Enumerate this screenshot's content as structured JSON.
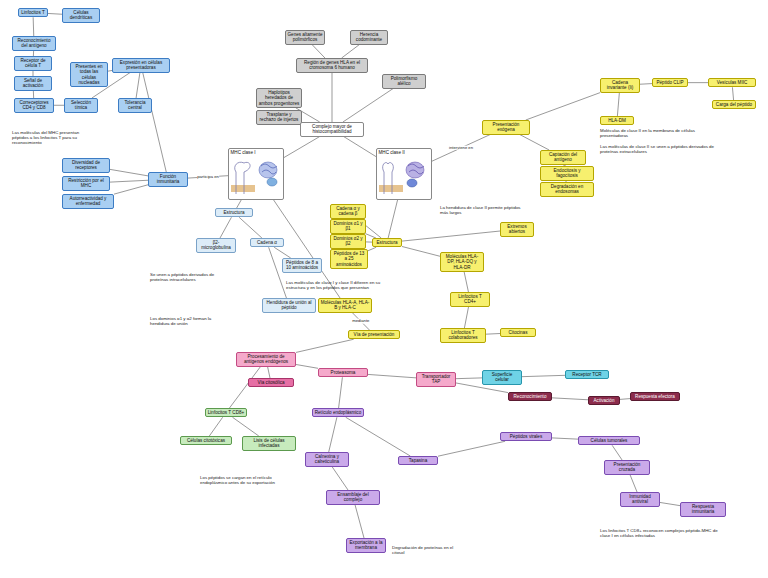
{
  "diagram": {
    "nodes": [
      {
        "text": [
          "Linfocitos T"
        ]
      },
      {
        "text": [
          "Células dendríticas"
        ]
      },
      {
        "text": [
          "Reconocimiento del antígeno"
        ]
      },
      {
        "text": [
          "Receptor de célula T"
        ]
      },
      {
        "text": [
          "Señal de activación"
        ]
      },
      {
        "text": [
          "Correceptores CD4 y CD8"
        ]
      },
      {
        "text": [
          "Expresión en células presentadoras"
        ]
      },
      {
        "text": [
          "Presentes en todas las células nucleadas"
        ]
      },
      {
        "text": [
          "Tolerancia central"
        ]
      },
      {
        "text": [
          "Selección tímica"
        ]
      },
      {
        "text": [
          "Diversidad de receptores"
        ]
      },
      {
        "text": [
          "Restricción por el MHC"
        ]
      },
      {
        "text": [
          "Autorreactividad y enfermedad"
        ]
      },
      {
        "text": [
          "Función inmunitaria"
        ]
      },
      {
        "text": [
          "Genes altamente polimórficos"
        ]
      },
      {
        "text": [
          "Herencia codominante"
        ]
      },
      {
        "text": [
          "Región de genes HLA en el cromosoma 6 humano"
        ]
      },
      {
        "text": [
          "Haplotipos heredados de ambos progenitores"
        ]
      },
      {
        "text": [
          "Trasplante y rechazo de injertos"
        ]
      },
      {
        "text": [
          "Polimorfismo alélico"
        ]
      },
      {
        "text": [
          "Complejo mayor de histocompatibilidad"
        ]
      },
      {
        "text": [
          "MHC clase I"
        ]
      },
      {
        "text": [
          "MHC clase II"
        ]
      },
      {
        "text": [
          "Presentación exógena"
        ]
      },
      {
        "text": [
          "Captación del antígeno"
        ]
      },
      {
        "text": [
          "Endocitosis y fagocitosis"
        ]
      },
      {
        "text": [
          "Degradación en endosomas"
        ]
      },
      {
        "text": [
          "Cadena invariante (Ii)"
        ]
      },
      {
        "text": [
          "Péptido CLIP"
        ]
      },
      {
        "text": [
          "HLA-DM"
        ]
      },
      {
        "text": [
          "Vesículas MIIC"
        ]
      },
      {
        "text": [
          "Carga del péptido"
        ]
      },
      {
        "text": [
          "Estructura"
        ]
      },
      {
        "text": [
          "Cadena α"
        ]
      },
      {
        "text": [
          "β2-microglobulina"
        ]
      },
      {
        "text": [
          "Hendidura de unión al péptido"
        ]
      },
      {
        "text": [
          "Péptidos de 8 a 10 aminoácidos"
        ]
      },
      {
        "text": [
          "Estructura"
        ]
      },
      {
        "text": [
          "Cadena α y cadena β"
        ]
      },
      {
        "text": [
          "Dominios α1 y β1"
        ]
      },
      {
        "text": [
          "Dominios α2 y β2"
        ]
      },
      {
        "text": [
          "Péptidos de 13 a 25 aminoácidos"
        ]
      },
      {
        "text": [
          "Extremos abiertos"
        ]
      },
      {
        "text": [
          "Moléculas HLA-DP, HLA-DQ y HLA-DR"
        ]
      },
      {
        "text": [
          "Linfocitos T CD4+"
        ]
      },
      {
        "text": [
          "Moléculas HLA-A, HLA-B y HLA-C"
        ]
      },
      {
        "text": [
          "Vía de presentación"
        ]
      },
      {
        "text": [
          "Linfocitos T colaboradores"
        ]
      },
      {
        "text": [
          "Citocinas"
        ]
      },
      {
        "text": [
          "Procesamiento de antígenos endógenos"
        ]
      },
      {
        "text": [
          "Vía citosólica"
        ]
      },
      {
        "text": [
          "Proteasoma"
        ]
      },
      {
        "text": [
          "Transportador TAP"
        ]
      },
      {
        "text": [
          "Linfocitos T CD8+"
        ]
      },
      {
        "text": [
          "Células citotóxicas"
        ]
      },
      {
        "text": [
          "Lisis de células infectadas"
        ]
      },
      {
        "text": [
          "Retículo endoplásmico"
        ]
      },
      {
        "text": [
          "Calnexina y calreticulina"
        ]
      },
      {
        "text": [
          "Tapasina"
        ]
      },
      {
        "text": [
          "Ensamblaje del complejo"
        ]
      },
      {
        "text": [
          "Exportación a la membrana"
        ]
      },
      {
        "text": [
          "Péptidos virales"
        ]
      },
      {
        "text": [
          "Células tumorales"
        ]
      },
      {
        "text": [
          "Presentación cruzada"
        ]
      },
      {
        "text": [
          "Inmunidad antiviral"
        ]
      },
      {
        "text": [
          "Respuesta inmunitaria"
        ]
      },
      {
        "text": [
          "Superficie celular"
        ]
      },
      {
        "text": [
          "Receptor TCR"
        ]
      },
      {
        "text": [
          "Reconocimiento"
        ]
      },
      {
        "text": [
          "Activación"
        ]
      },
      {
        "text": [
          "Respuesta efectora"
        ]
      }
    ],
    "edges": [
      {
        "from": 20,
        "to": 21,
        "arrow": "none"
      },
      {
        "from": 20,
        "to": 22,
        "arrow": "none"
      },
      {
        "from": 16,
        "to": 20,
        "arrow": "none"
      },
      {
        "from": 14,
        "to": 16,
        "arrow": "none"
      },
      {
        "from": 15,
        "to": 16,
        "arrow": "none"
      },
      {
        "from": 17,
        "to": 20,
        "arrow": "none"
      },
      {
        "from": 18,
        "to": 20,
        "arrow": "none"
      },
      {
        "from": 19,
        "to": 20,
        "arrow": "none"
      },
      {
        "from": 21,
        "to": 13,
        "label": "participa en",
        "arrow": "none"
      },
      {
        "from": 13,
        "to": 10,
        "arrow": "none"
      },
      {
        "from": 13,
        "to": 11,
        "arrow": "none"
      },
      {
        "from": 13,
        "to": 12,
        "arrow": "none"
      },
      {
        "from": 13,
        "to": 6,
        "arrow": "none"
      },
      {
        "from": 6,
        "to": 7,
        "arrow": "none"
      },
      {
        "from": 6,
        "to": 8,
        "arrow": "none"
      },
      {
        "from": 6,
        "to": 9,
        "arrow": "none"
      },
      {
        "from": 9,
        "to": 5,
        "arrow": "none"
      },
      {
        "from": 5,
        "to": 4,
        "arrow": "none"
      },
      {
        "from": 4,
        "to": 3,
        "arrow": "none"
      },
      {
        "from": 3,
        "to": 2,
        "arrow": "none"
      },
      {
        "from": 2,
        "to": 0,
        "arrow": "none"
      },
      {
        "from": 0,
        "to": 1,
        "arrow": "none"
      },
      {
        "from": 22,
        "to": 23,
        "label": "interviene en",
        "arrow": "none"
      },
      {
        "from": 23,
        "to": 24,
        "arrow": "none"
      },
      {
        "from": 24,
        "to": 25,
        "arrow": "none"
      },
      {
        "from": 24,
        "to": 26,
        "arrow": "none"
      },
      {
        "from": 23,
        "to": 27,
        "arrow": "none"
      },
      {
        "from": 27,
        "to": 28,
        "arrow": "none"
      },
      {
        "from": 27,
        "to": 29,
        "arrow": "none"
      },
      {
        "from": 28,
        "to": 30,
        "arrow": "none"
      },
      {
        "from": 30,
        "to": 31,
        "arrow": "none"
      },
      {
        "from": 21,
        "to": 32,
        "arrow": "none"
      },
      {
        "from": 32,
        "to": 34,
        "arrow": "none"
      },
      {
        "from": 32,
        "to": 33,
        "arrow": "none"
      },
      {
        "from": 33,
        "to": 35,
        "arrow": "none"
      },
      {
        "from": 33,
        "to": 36,
        "arrow": "none"
      },
      {
        "from": 22,
        "to": 37,
        "arrow": "none"
      },
      {
        "from": 37,
        "to": 38,
        "arrow": "none"
      },
      {
        "from": 37,
        "to": 39,
        "arrow": "none"
      },
      {
        "from": 37,
        "to": 40,
        "arrow": "none"
      },
      {
        "from": 37,
        "to": 41,
        "arrow": "none"
      },
      {
        "from": 37,
        "to": 42,
        "arrow": "none"
      },
      {
        "from": 37,
        "to": 43,
        "arrow": "none"
      },
      {
        "from": 43,
        "to": 44,
        "arrow": "none"
      },
      {
        "from": 44,
        "to": 47,
        "arrow": "none"
      },
      {
        "from": 47,
        "to": 48,
        "arrow": "none"
      },
      {
        "from": 21,
        "to": 45,
        "arrow": "none"
      },
      {
        "from": 45,
        "to": 46,
        "label": "mediante",
        "arrow": "none"
      },
      {
        "from": 46,
        "to": 49,
        "arrow": "none"
      },
      {
        "from": 49,
        "to": 50,
        "arrow": "none"
      },
      {
        "from": 49,
        "to": 51,
        "arrow": "none"
      },
      {
        "from": 51,
        "to": 52,
        "arrow": "none"
      },
      {
        "from": 49,
        "to": 53,
        "arrow": "none"
      },
      {
        "from": 53,
        "to": 54,
        "arrow": "none"
      },
      {
        "from": 53,
        "to": 55,
        "arrow": "none"
      },
      {
        "from": 51,
        "to": 56,
        "arrow": "none"
      },
      {
        "from": 56,
        "to": 57,
        "arrow": "none"
      },
      {
        "from": 56,
        "to": 58,
        "arrow": "none"
      },
      {
        "from": 57,
        "to": 59,
        "arrow": "none"
      },
      {
        "from": 59,
        "to": 60,
        "arrow": "none"
      },
      {
        "from": 52,
        "to": 66,
        "arrow": "none"
      },
      {
        "from": 66,
        "to": 67,
        "arrow": "none"
      },
      {
        "from": 52,
        "to": 68,
        "arrow": "none"
      },
      {
        "from": 68,
        "to": 69,
        "arrow": "none"
      },
      {
        "from": 69,
        "to": 70,
        "arrow": "none"
      },
      {
        "from": 58,
        "to": 61,
        "arrow": "none"
      },
      {
        "from": 61,
        "to": 62,
        "arrow": "none"
      },
      {
        "from": 62,
        "to": 63,
        "arrow": "none"
      },
      {
        "from": 63,
        "to": 64,
        "arrow": "none"
      },
      {
        "from": 64,
        "to": 65,
        "arrow": "none"
      }
    ],
    "labels": [
      "Las moléculas del MHC presentan péptidos a los linfocitos T para su reconocimiento",
      "Moléculas de clase II en la membrana de células presentadoras",
      "Las moléculas de clase II se unen a péptidos derivados de proteínas extracelulares",
      "Se unen a péptidos derivados de proteínas intracelulares",
      "Los dominios α1 y α2 forman la hendidura de unión",
      "La hendidura de clase II permite péptidos más largos",
      "Las moléculas de clase I y clase II difieren en su estructura y en los péptidos que presentan",
      "Los péptidos se cargan en el retículo endoplásmico antes de su exportación",
      "Degradación de proteínas en el citosol",
      "Los linfocitos T CD8+ reconocen complejos péptido-MHC de clase I en células infectadas"
    ]
  }
}
